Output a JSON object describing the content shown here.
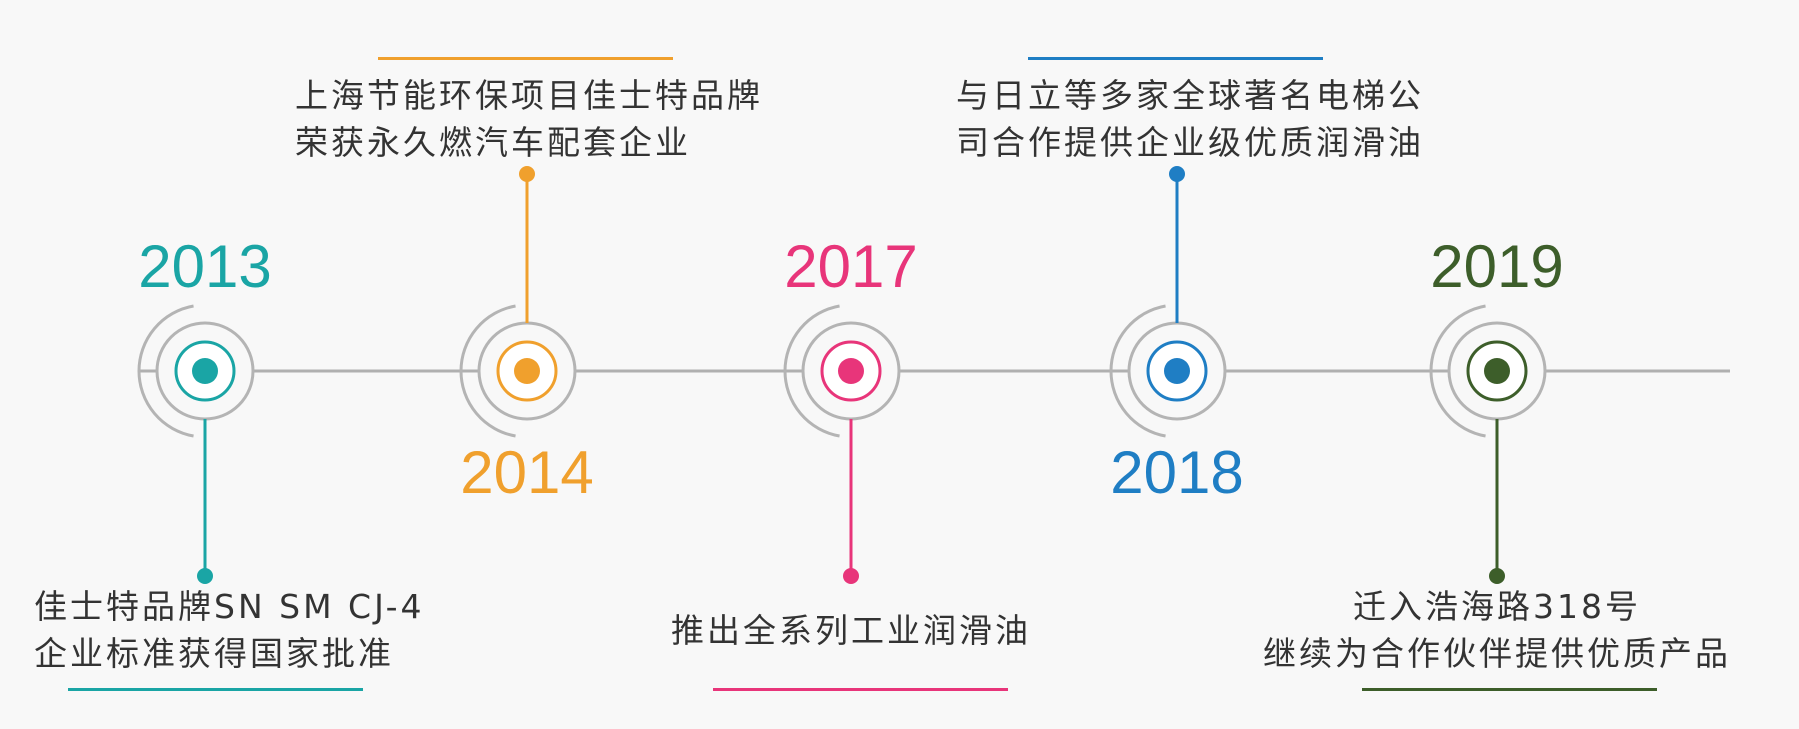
{
  "events": [
    {
      "year": "2013",
      "color": "#1aa5a5",
      "lines": [
        "佳士特品牌SN SM CJ-4",
        "企业标准获得国家批准"
      ]
    },
    {
      "year": "2014",
      "color": "#f0a02d",
      "lines": [
        "上海节能环保项目佳士特品牌",
        "荣获永久燃汽车配套企业"
      ]
    },
    {
      "year": "2017",
      "color": "#e8357a",
      "lines": [
        "推出全系列工业润滑油"
      ]
    },
    {
      "year": "2018",
      "color": "#1f7ec4",
      "lines": [
        "与日立等多家全球著名电梯公",
        "司合作提供企业级优质润滑油"
      ]
    },
    {
      "year": "2019",
      "color": "#3d5e2a",
      "lines": [
        "迁入浩海路318号",
        "继续为合作伙伴提供优质产品"
      ]
    }
  ],
  "colors": {
    "axis": "#b0b0b0",
    "ring": "#b4b4b4",
    "text": "#333333"
  }
}
